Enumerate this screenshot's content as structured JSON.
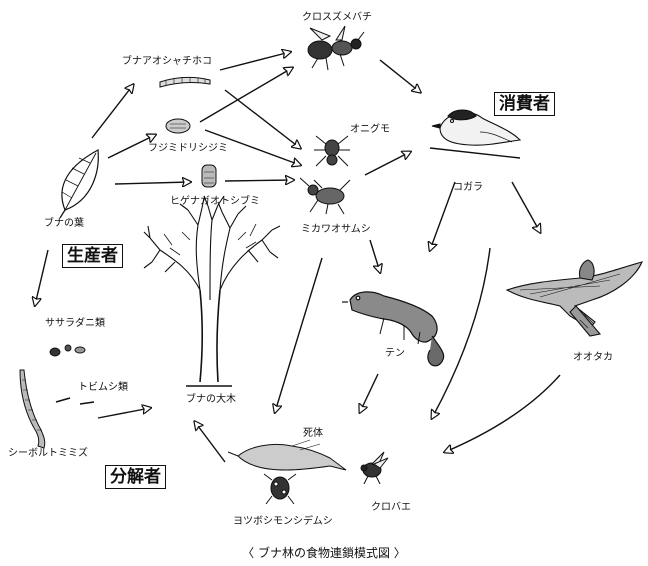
{
  "roles": {
    "producer": "生産者",
    "consumer": "消費者",
    "decomposer": "分解者"
  },
  "organisms": {
    "beech_leaf": "ブナの葉",
    "buna_aoshachihoko": "ブナアオシャチホコ",
    "fujimidorishijimi": "フジミドリシジミ",
    "higenagaotoshibumi": "ヒゲナガオトシブミ",
    "kurosuzumebachi": "クロスズメバチ",
    "onigumo": "オニグモ",
    "mikawaosamushi": "ミカワオサムシ",
    "kogara": "コガラ",
    "ten": "テン",
    "ootaka": "オオタカ",
    "sasaradani": "ササラダニ類",
    "tobimushi": "トビムシ類",
    "siebold_mimizu": "シーボルトミミズ",
    "beech_tree": "ブナの大木",
    "carcass": "死体",
    "yotsuboshi": "ヨツボシモンシデムシ",
    "kurobae": "クロバエ"
  },
  "caption": "〈 ブナ林の食物連鎖模式図 〉"
}
